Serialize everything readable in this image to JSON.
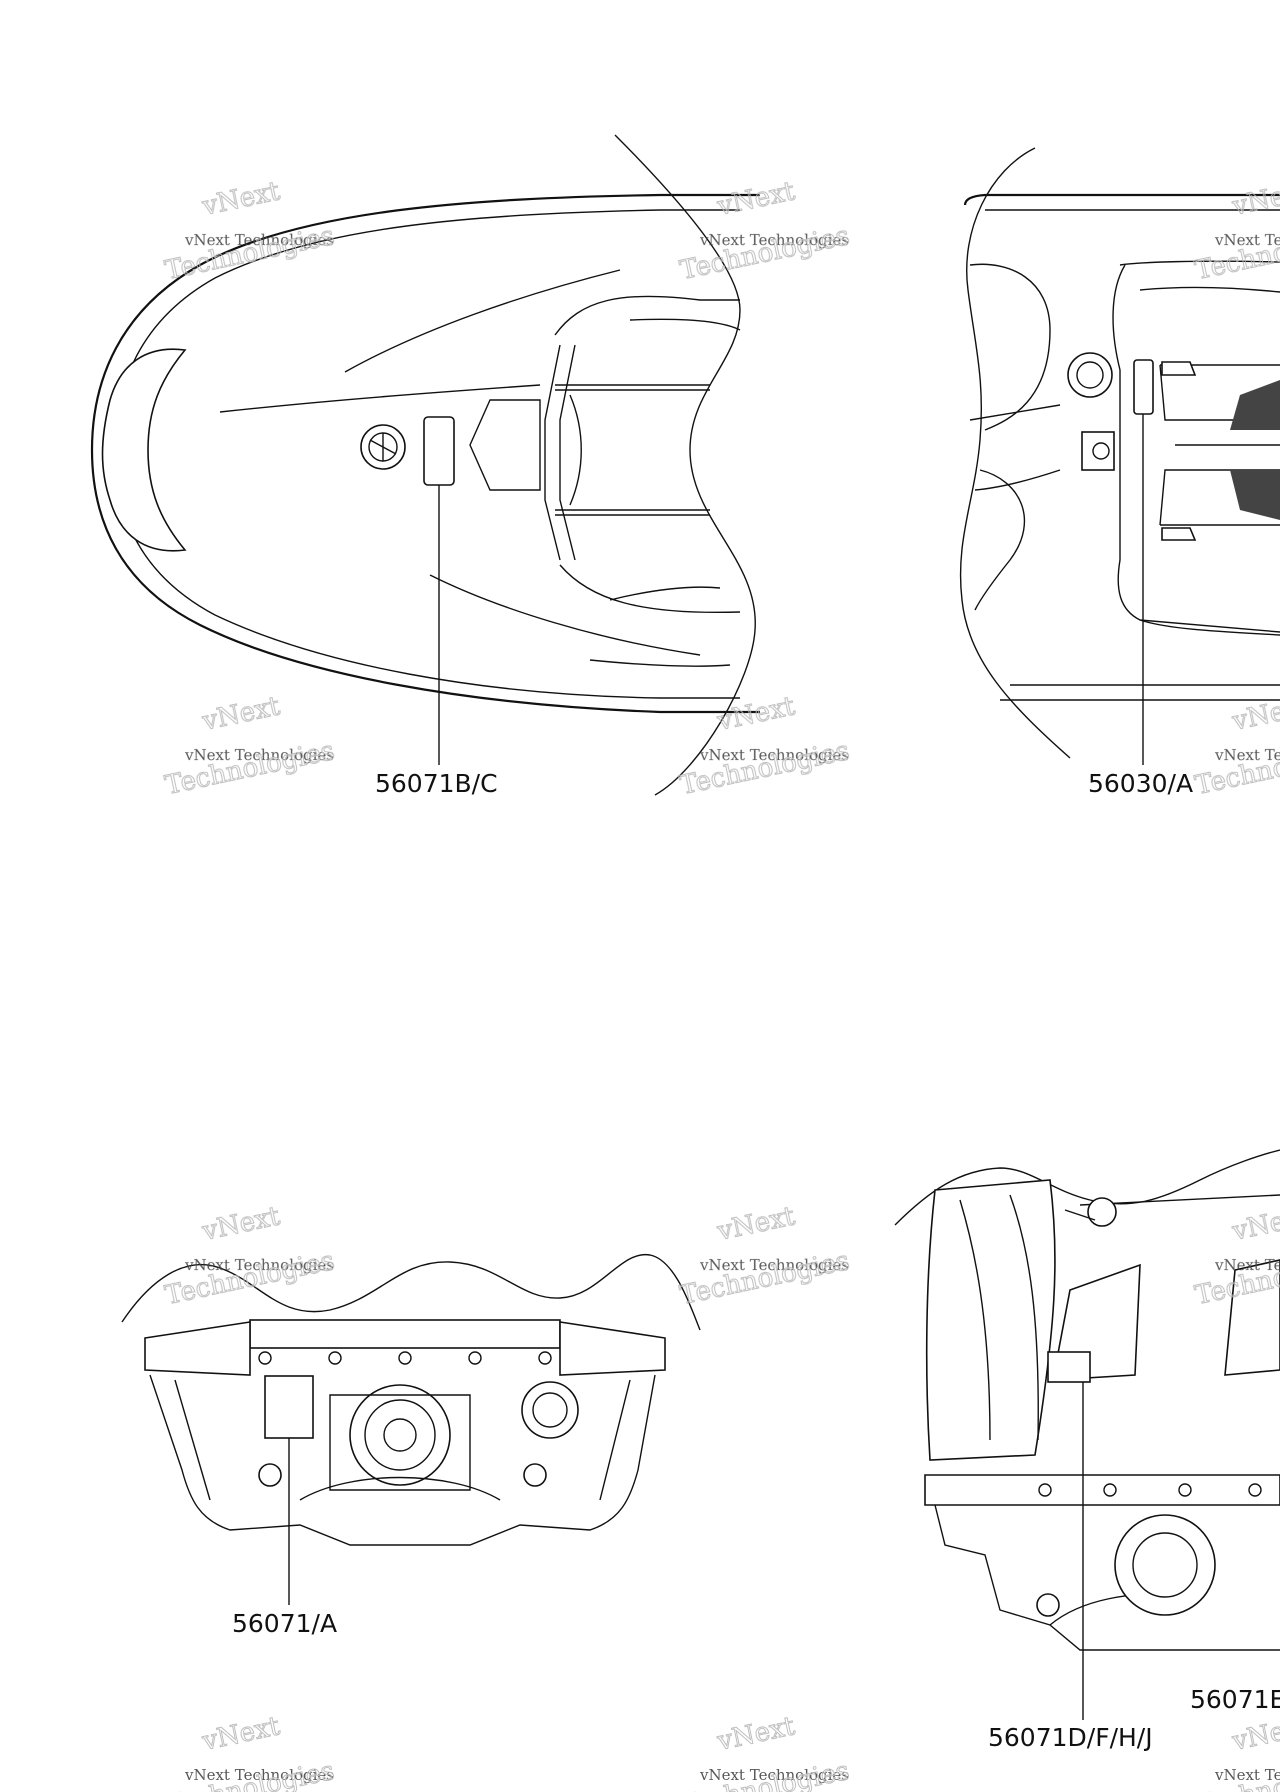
{
  "watermark": {
    "top_text": "vNext",
    "line_text": "vNext Technologies",
    "big_text": "Technologies"
  },
  "callouts": {
    "p1": "56071B/C",
    "p2": "56030/A",
    "p3": "56071/A",
    "p4": "56071D/F/H/J",
    "p5": "56071E"
  }
}
